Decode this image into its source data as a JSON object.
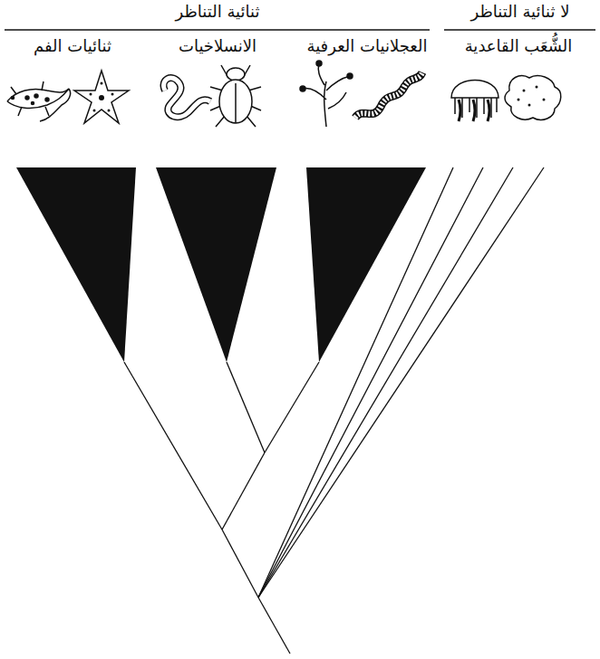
{
  "diagram": {
    "labels": [
      "ثنائية التناظر",
      "لا ثنائية التناظر",
      "ثنائيات الفم",
      "الانسلاخيات",
      "العجلانيات العرفية",
      "الشُّعَب القاعدية"
    ]
  }
}
